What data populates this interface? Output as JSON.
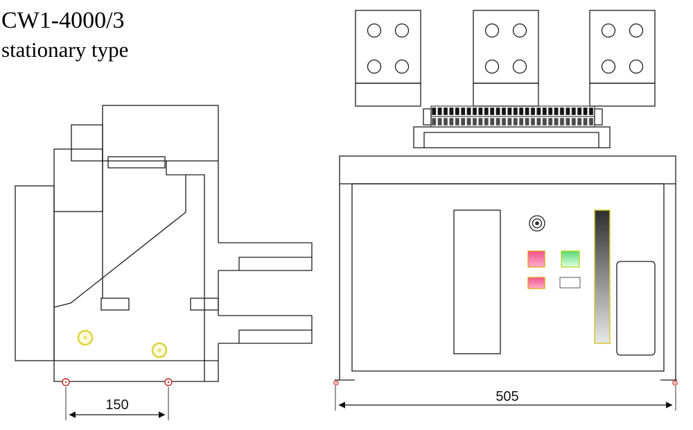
{
  "title": {
    "model": "CW1-4000/3",
    "variant": "stationary type"
  },
  "dimensions": {
    "side_width": "150",
    "front_width": "505"
  },
  "colors": {
    "line": "#1a1a1a",
    "marker_red": "#cc2222",
    "indicator_yellow_ring": "#dcd53e",
    "indicator_yellow_fill": "#fdfbdf",
    "button_pink_top": "#f0538b",
    "button_pink_bottom": "#ffaccb",
    "button_pink_border": "#e0a000",
    "button_green_top": "#59d877",
    "button_green_bottom": "#e2ffe2",
    "button_green_border": "#b5d400",
    "label_strip_top": "#2e2e2e",
    "label_strip_bottom": "#e8e8e8",
    "label_strip_border": "#d9c93b",
    "dimension_text": "#111111"
  }
}
